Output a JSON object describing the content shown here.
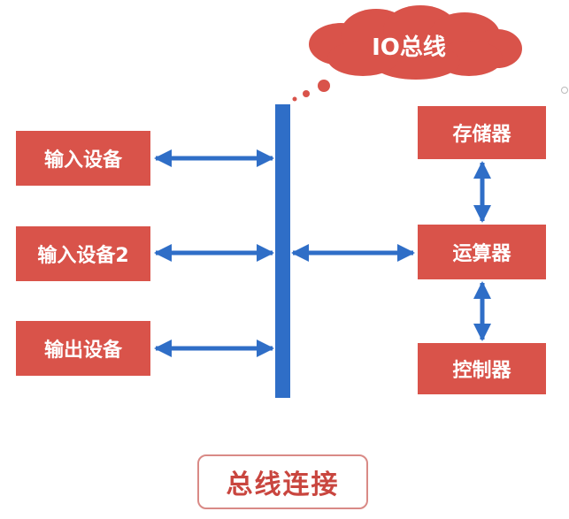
{
  "cloud": {
    "label": "IO总线"
  },
  "left_devices": [
    {
      "label": "输入设备"
    },
    {
      "label": "输入设备2"
    },
    {
      "label": "输出设备"
    }
  ],
  "right_units": [
    {
      "label": "存储器"
    },
    {
      "label": "运算器"
    },
    {
      "label": "控制器"
    }
  ],
  "caption": {
    "label": "总线连接"
  },
  "colors": {
    "box_fill": "#d9534a",
    "bus": "#2f6ec7",
    "arrow": "#2f6ec7",
    "caption_text": "#c9463f"
  }
}
